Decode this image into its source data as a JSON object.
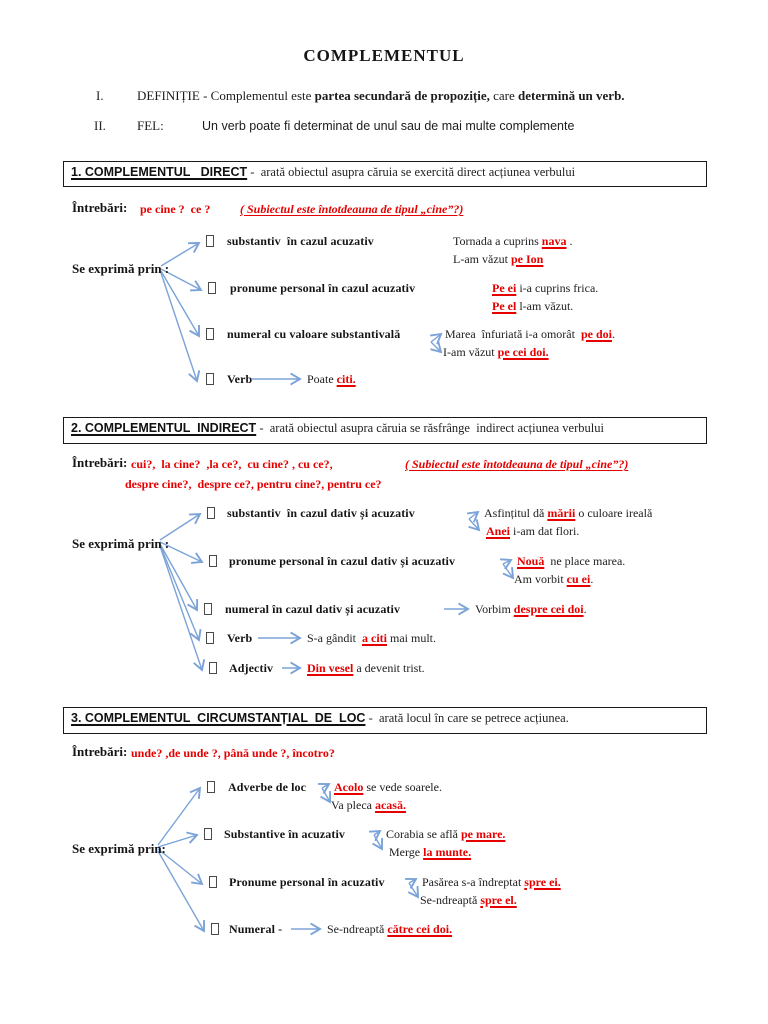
{
  "title": "COMPLEMENTUL",
  "definition": {
    "num": "I.",
    "label": "DEFINIȚIE",
    "t1": " - Complementul este ",
    "b1": "partea secundară de propoziție,",
    "t2": " care ",
    "b2": "determină un verb."
  },
  "fel": {
    "num": "II.",
    "label": "FEL:",
    "text": "Un verb poate fi determinat de unul sau de mai multe complemente"
  },
  "accent_colors": {
    "red": "#e60000",
    "arrow_blue": "#7ba3d8"
  },
  "sections": [
    {
      "box_title": "1. COMPLEMENTUL   DIRECT",
      "box_desc": " -  arată obiectul asupra căruia se exercită direct acțiunea verbului",
      "q_label": "Întrebări:",
      "questions": "pe cine ?  ce ?",
      "note": "( Subiectul este întotdeauna de tipul „cine”?)",
      "se_exprima": "Se exprimă prin :",
      "rows": [
        {
          "label": "substantiv  în cazul acuzativ",
          "ex1": [
            "Tornada a cuprins ",
            "nava",
            " ."
          ],
          "ex2": [
            "L-am văzut ",
            "pe Ion",
            ""
          ]
        },
        {
          "label": "pronume personal în cazul acuzativ",
          "ex1": [
            "",
            "Pe ei",
            " i-a cuprins frica."
          ],
          "ex2": [
            "",
            "Pe el",
            " l-am văzut."
          ]
        },
        {
          "label": "numeral cu valoare substantivală",
          "ex1": [
            "Marea  înfuriată i-a omorât  ",
            "pe doi",
            "."
          ],
          "ex2": [
            "I-am văzut ",
            "pe cei doi.",
            ""
          ]
        },
        {
          "label": "Verb",
          "ex1": [
            "Poate ",
            "citi.",
            ""
          ]
        }
      ]
    },
    {
      "box_title": "2. COMPLEMENTUL  INDIRECT",
      "box_desc": " -  arată obiectul asupra căruia se răsfrânge  indirect acțiunea verbului",
      "q_label": "Întrebări:",
      "questions": "cui?,  la cine?  ,la ce?,  cu cine? , cu ce?,",
      "questions2": "despre cine?,  despre ce?, pentru cine?, pentru ce?",
      "note": "( Subiectul este întotdeauna de tipul „cine”?)",
      "se_exprima": "Se exprimă prin :",
      "rows": [
        {
          "label": "substantiv  în cazul dativ și acuzativ",
          "ex1": [
            "Asfințitul dă ",
            "mării",
            " o culoare ireală"
          ],
          "ex2": [
            "",
            "Anei",
            " i-am dat flori."
          ]
        },
        {
          "label": "pronume personal în cazul dativ și acuzativ",
          "ex1": [
            "",
            "Nouă",
            "  ne place marea."
          ],
          "ex2": [
            "Am vorbit ",
            "cu ei",
            "."
          ]
        },
        {
          "label": "numeral în cazul dativ și acuzativ",
          "ex1": [
            "Vorbim ",
            "despre cei doi",
            "."
          ]
        },
        {
          "label": "Verb",
          "ex1": [
            "S-a gândit  ",
            "a citi",
            " mai mult."
          ]
        },
        {
          "label": "Adjectiv",
          "ex1": [
            "",
            "Din vesel",
            " a devenit trist."
          ]
        }
      ]
    },
    {
      "box_title": "3. COMPLEMENTUL  CIRCUMSTANȚIAL  DE  LOC",
      "box_desc": " -  arată locul în care se petrece acțiunea.",
      "q_label": "Întrebări:",
      "questions": "unde? ,de unde ?, până unde ?, încotro?",
      "se_exprima": "Se exprimă prin:",
      "rows": [
        {
          "label": "Adverbe de loc",
          "ex1": [
            "",
            "Acolo",
            " se vede soarele."
          ],
          "ex2": [
            "Va pleca ",
            "acasă.",
            ""
          ]
        },
        {
          "label": "Substantive în acuzativ",
          "ex1": [
            "Corabia se află ",
            "pe mare.",
            ""
          ],
          "ex2": [
            "Merge ",
            "la munte.",
            ""
          ]
        },
        {
          "label": "Pronume personal în acuzativ",
          "ex1": [
            "Pasărea s-a îndreptat ",
            "spre ei.",
            ""
          ],
          "ex2": [
            "Se-ndreaptă ",
            "spre el.",
            ""
          ]
        },
        {
          "label": "Numeral -",
          "ex1": [
            "Se-ndreaptă ",
            "către cei doi.",
            ""
          ]
        }
      ]
    }
  ]
}
